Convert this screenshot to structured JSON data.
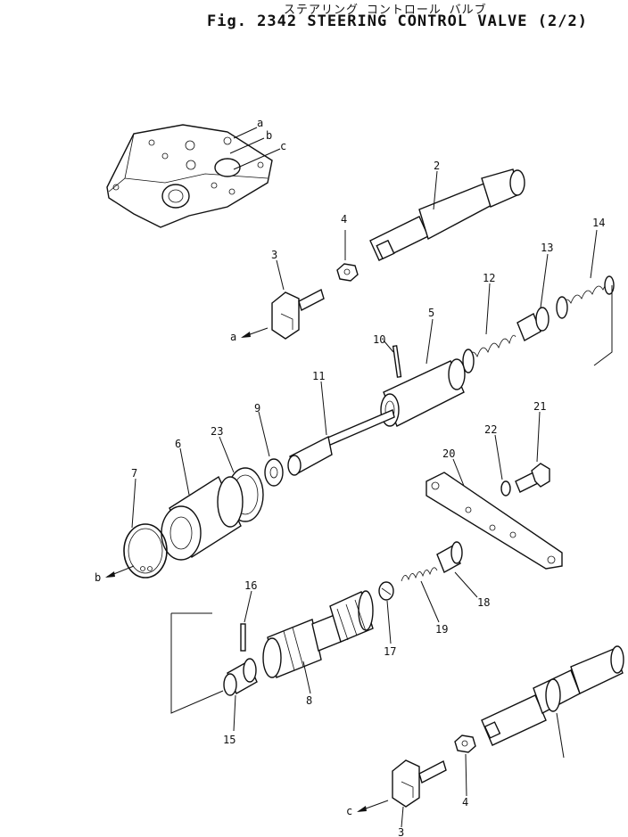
{
  "figure": {
    "title_jp": "ステアリング コントロール バルブ",
    "title_en": "Fig. 2342  STEERING CONTROL VALVE (2/2)"
  },
  "callouts": [
    {
      "id": "a-top",
      "text": "a"
    },
    {
      "id": "b-top",
      "text": "b"
    },
    {
      "id": "c-top",
      "text": "c"
    },
    {
      "id": "p2",
      "text": "2"
    },
    {
      "id": "p4a",
      "text": "4"
    },
    {
      "id": "p3a",
      "text": "3"
    },
    {
      "id": "a-arrow",
      "text": "a"
    },
    {
      "id": "p14",
      "text": "14"
    },
    {
      "id": "p13",
      "text": "13"
    },
    {
      "id": "p12",
      "text": "12"
    },
    {
      "id": "p5",
      "text": "5"
    },
    {
      "id": "p10",
      "text": "10"
    },
    {
      "id": "p11",
      "text": "11"
    },
    {
      "id": "p9",
      "text": "9"
    },
    {
      "id": "p23",
      "text": "23"
    },
    {
      "id": "p6",
      "text": "6"
    },
    {
      "id": "p7",
      "text": "7"
    },
    {
      "id": "b-arrow",
      "text": "b"
    },
    {
      "id": "p21",
      "text": "21"
    },
    {
      "id": "p22",
      "text": "22"
    },
    {
      "id": "p20",
      "text": "20"
    },
    {
      "id": "p16",
      "text": "16"
    },
    {
      "id": "p18",
      "text": "18"
    },
    {
      "id": "p19",
      "text": "19"
    },
    {
      "id": "p17",
      "text": "17"
    },
    {
      "id": "p8",
      "text": "8"
    },
    {
      "id": "p15",
      "text": "15"
    },
    {
      "id": "p4b",
      "text": "4"
    },
    {
      "id": "c-arrow",
      "text": "c"
    },
    {
      "id": "p3b",
      "text": "3"
    }
  ]
}
